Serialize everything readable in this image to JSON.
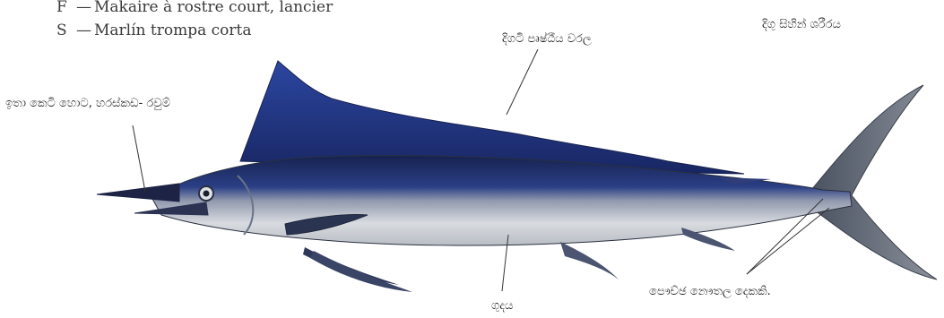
{
  "names": [
    {
      "lang": "F",
      "dash": "—",
      "text": "Makaire à rostre court, lancier"
    },
    {
      "lang": "S",
      "dash": "—",
      "text": "Marlín trompa corta"
    }
  ],
  "labels": {
    "body": "දිගු සිහින් ශරීරය",
    "dorsal_fin": "දිගටි පෘෂ්ඨීය වරල",
    "bill": "ඉතා කෙටි හොට, හරස්කඩ- රවුම්",
    "keels": "පෞච්ඡ නෞතල දෙකකි.",
    "belly": "ගුදය"
  },
  "colors": {
    "back": "#1f2f6e",
    "dorsal": "#243a86",
    "belly": "#d6d9dc",
    "tail": "#59606a",
    "line": "#333333"
  }
}
